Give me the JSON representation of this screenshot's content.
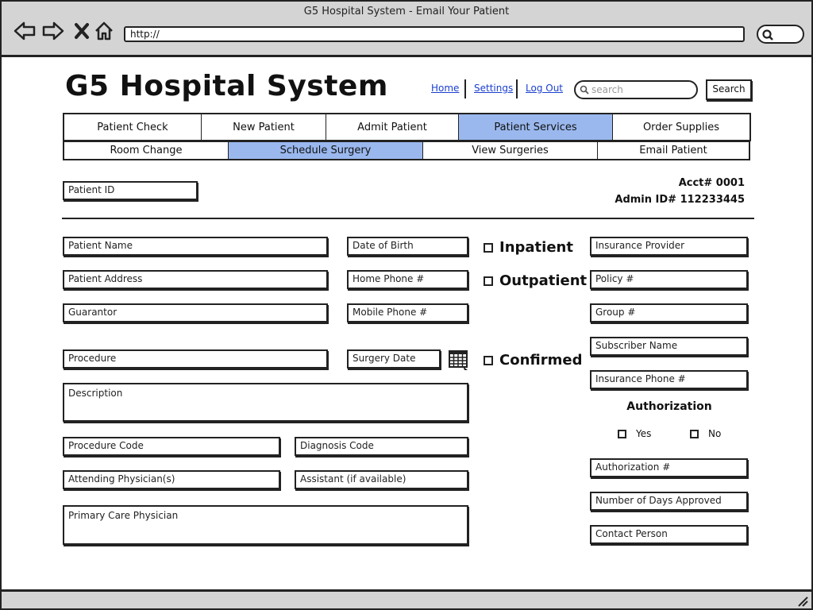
{
  "window": {
    "title": "G5 Hospital System - Email Your Patient"
  },
  "browser": {
    "url": "http://"
  },
  "header": {
    "app_title": "G5 Hospital System",
    "links": {
      "home": "Home",
      "settings": "Settings",
      "logout": "Log Out"
    },
    "search_placeholder": "search",
    "search_button": "Search"
  },
  "tabs": {
    "main": [
      "Patient Check",
      "New Patient",
      "Admit Patient",
      "Patient Services",
      "Order Supplies"
    ],
    "main_active": "Patient Services",
    "sub": [
      "Room Change",
      "Schedule Surgery",
      "View Surgeries",
      "Email Patient"
    ],
    "sub_active": "Schedule Surgery"
  },
  "account": {
    "acct": "Acct# 0001",
    "admin_id": "Admin ID# 112233445"
  },
  "form": {
    "patient_id": "Patient ID",
    "patient_name": "Patient Name",
    "patient_address": "Patient Address",
    "guarantor": "Guarantor",
    "date_of_birth": "Date of Birth",
    "home_phone": "Home Phone #",
    "mobile_phone": "Mobile Phone #",
    "procedure": "Procedure",
    "surgery_date": "Surgery Date",
    "description": "Description",
    "procedure_code": "Procedure Code",
    "diagnosis_code": "Diagnosis Code",
    "attending_physicians": "Attending Physician(s)",
    "assistant": "Assistant (if available)",
    "primary_care_physician": "Primary Care Physician",
    "inpatient": "Inpatient",
    "outpatient": "Outpatient",
    "confirmed": "Confirmed"
  },
  "insurance": {
    "provider": "Insurance Provider",
    "policy": "Policy #",
    "group": "Group #",
    "subscriber_name": "Subscriber Name",
    "insurance_phone": "Insurance Phone #",
    "authorization_title": "Authorization",
    "yes": "Yes",
    "no": "No",
    "authorization_number": "Authorization #",
    "days_approved": "Number of Days Approved",
    "contact_person": "Contact Person"
  }
}
